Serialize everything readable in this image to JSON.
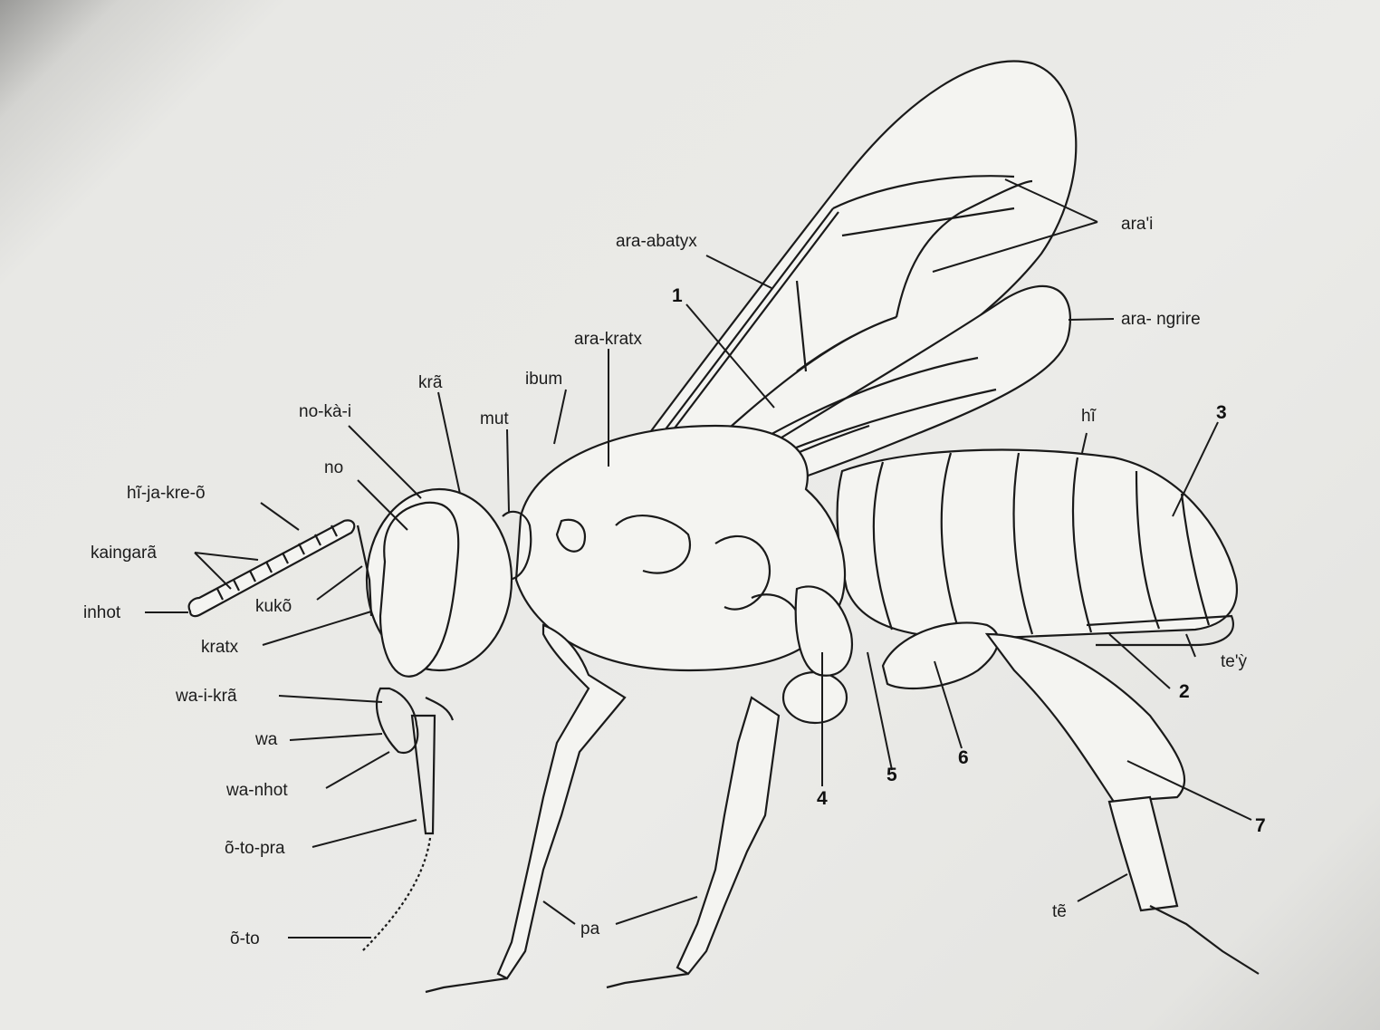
{
  "labels": {
    "ara_i": "ara'i",
    "ara_abatyx": "ara-abatyx",
    "one": "1",
    "ara_ngrire": "ara- ngrire",
    "ara_kratx": "ara-kratx",
    "kra": "krã",
    "ibum": "ibum",
    "no_ka_i": "no-kà-i",
    "mut": "mut",
    "hi_top": "hĩ",
    "three": "3",
    "no": "no",
    "hi_ja_kre_o": "hĩ-ja-kre-õ",
    "kaingara": "kaingarã",
    "inhot": "inhot",
    "kuko": "kukõ",
    "kratx": "kratx",
    "te_y": "te'ỳ",
    "two": "2",
    "wa_i_kra": "wa-i-krã",
    "wa": "wa",
    "six": "6",
    "five": "5",
    "four": "4",
    "wa_nhot": "wa-nhot",
    "seven": "7",
    "o_to_pra": "õ-to-pra",
    "pa": "pa",
    "te": "tẽ",
    "o_to": "õ-to"
  }
}
